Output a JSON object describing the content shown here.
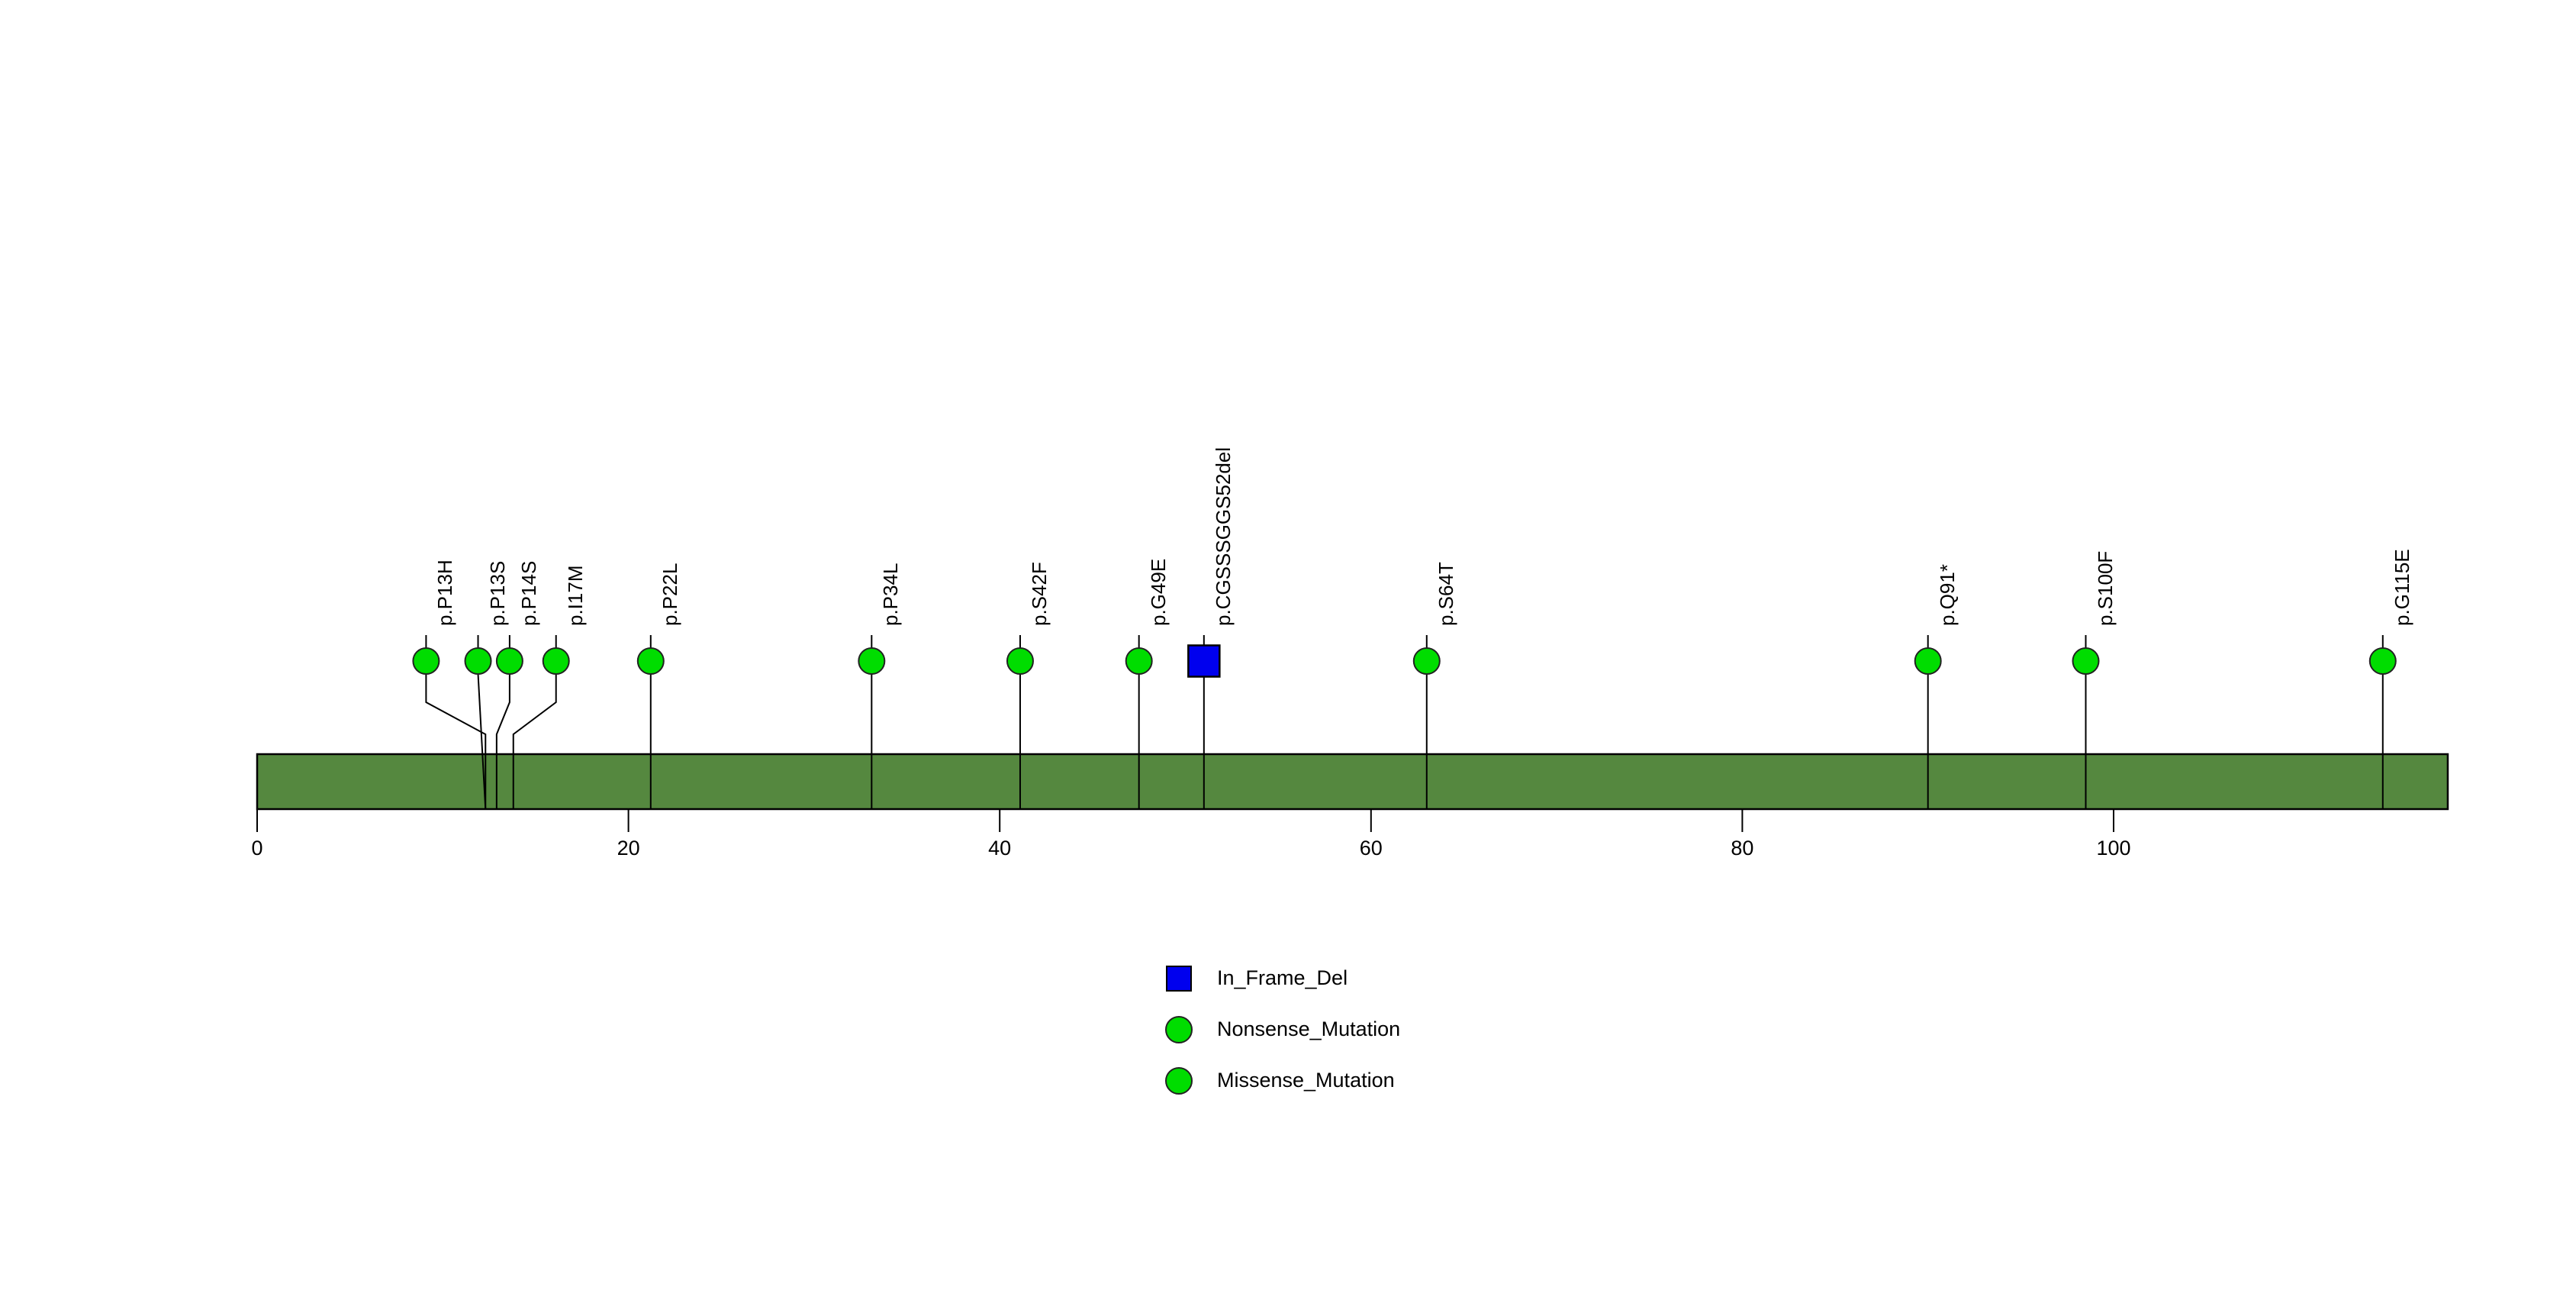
{
  "chart_data": {
    "type": "scatter",
    "plot_kind": "lollipop-mutation-diagram",
    "title": "",
    "subtitle": "",
    "xlabel": "",
    "ylabel": "",
    "xlim": [
      0,
      118
    ],
    "grid": false,
    "axis_ticks": [
      {
        "value": 0,
        "label": "0"
      },
      {
        "value": 20,
        "label": "20"
      },
      {
        "value": 40,
        "label": "40"
      },
      {
        "value": 60,
        "label": "60"
      },
      {
        "value": 80,
        "label": "80"
      },
      {
        "value": 100,
        "label": "100"
      }
    ],
    "protein_domain": {
      "name": "protein-backbone",
      "start": 0,
      "end": 118,
      "color": "#55883F",
      "stroke": "#000000"
    },
    "categories": [
      "p.P13H",
      "p.P13S",
      "p.P14S",
      "p.I17M",
      "p.P22L",
      "p.P34L",
      "p.S42F",
      "p.G49E",
      "p.CGSSSGGS52del",
      "p.S64T",
      "p.Q91*",
      "p.S100F",
      "p.G115E"
    ],
    "x": [
      9.1,
      11.9,
      13.6,
      16.1,
      21.2,
      33.1,
      41.1,
      47.5,
      51.0,
      63.0,
      90.0,
      98.5,
      114.5
    ],
    "values": [
      1,
      1,
      1,
      1,
      1,
      1,
      1,
      1,
      1,
      1,
      1,
      1,
      1
    ],
    "markers": [
      {
        "label": "p.P13H",
        "position": 9.1,
        "anchor": 9.1,
        "marker": "circle",
        "color": "#00DD00",
        "mutation_type": "Missense_Mutation",
        "count": 1,
        "bent_leader": true,
        "leader_foot": 12.3
      },
      {
        "label": "p.P13S",
        "position": 11.9,
        "anchor": 11.9,
        "marker": "circle",
        "color": "#00DD00",
        "mutation_type": "Missense_Mutation",
        "count": 1,
        "bent_leader": false,
        "leader_foot": 12.3
      },
      {
        "label": "p.P14S",
        "position": 13.6,
        "anchor": 13.6,
        "marker": "circle",
        "color": "#00DD00",
        "mutation_type": "Missense_Mutation",
        "count": 1,
        "bent_leader": true,
        "leader_foot": 12.9
      },
      {
        "label": "p.I17M",
        "position": 16.1,
        "anchor": 16.1,
        "marker": "circle",
        "color": "#00DD00",
        "mutation_type": "Missense_Mutation",
        "count": 1,
        "bent_leader": true,
        "leader_foot": 13.8
      },
      {
        "label": "p.P22L",
        "position": 21.2,
        "anchor": 21.2,
        "marker": "circle",
        "color": "#00DD00",
        "mutation_type": "Missense_Mutation",
        "count": 1,
        "bent_leader": false,
        "leader_foot": 21.2
      },
      {
        "label": "p.P34L",
        "position": 33.1,
        "anchor": 33.1,
        "marker": "circle",
        "color": "#00DD00",
        "mutation_type": "Missense_Mutation",
        "count": 1,
        "bent_leader": false,
        "leader_foot": 33.1
      },
      {
        "label": "p.S42F",
        "position": 41.1,
        "anchor": 41.1,
        "marker": "circle",
        "color": "#00DD00",
        "mutation_type": "Missense_Mutation",
        "count": 1,
        "bent_leader": false,
        "leader_foot": 41.1
      },
      {
        "label": "p.G49E",
        "position": 47.5,
        "anchor": 47.5,
        "marker": "circle",
        "color": "#00DD00",
        "mutation_type": "Missense_Mutation",
        "count": 1,
        "bent_leader": false,
        "leader_foot": 47.5
      },
      {
        "label": "p.CGSSSGGS52del",
        "position": 51.0,
        "anchor": 51.0,
        "marker": "square",
        "color": "#0000EE",
        "mutation_type": "In_Frame_Del",
        "count": 1,
        "bent_leader": false,
        "leader_foot": 51.0
      },
      {
        "label": "p.S64T",
        "position": 63.0,
        "anchor": 63.0,
        "marker": "circle",
        "color": "#00DD00",
        "mutation_type": "Missense_Mutation",
        "count": 1,
        "bent_leader": false,
        "leader_foot": 63.0
      },
      {
        "label": "p.Q91*",
        "position": 90.0,
        "anchor": 90.0,
        "marker": "circle",
        "color": "#00DD00",
        "mutation_type": "Nonsense_Mutation",
        "count": 1,
        "bent_leader": false,
        "leader_foot": 90.0
      },
      {
        "label": "p.S100F",
        "position": 98.5,
        "anchor": 98.5,
        "marker": "circle",
        "color": "#00DD00",
        "mutation_type": "Missense_Mutation",
        "count": 1,
        "bent_leader": false,
        "leader_foot": 98.5
      },
      {
        "label": "p.G115E",
        "position": 114.5,
        "anchor": 114.5,
        "marker": "circle",
        "color": "#00DD00",
        "mutation_type": "Missense_Mutation",
        "count": 1,
        "bent_leader": false,
        "leader_foot": 114.5
      }
    ],
    "legend": {
      "position": "bottom-center",
      "entries": [
        {
          "label": "In_Frame_Del",
          "marker": "square",
          "color": "#0000EE"
        },
        {
          "label": "Nonsense_Mutation",
          "marker": "circle",
          "color": "#00DD00"
        },
        {
          "label": "Missense_Mutation",
          "marker": "circle",
          "color": "#00DD00"
        }
      ]
    }
  },
  "colors": {
    "background": "#FFFFFF",
    "backbone": "#55883F",
    "missense": "#00DD00",
    "nonsense": "#00DD00",
    "inframedel": "#0000EE",
    "stroke": "#000000",
    "text": "#000000"
  }
}
